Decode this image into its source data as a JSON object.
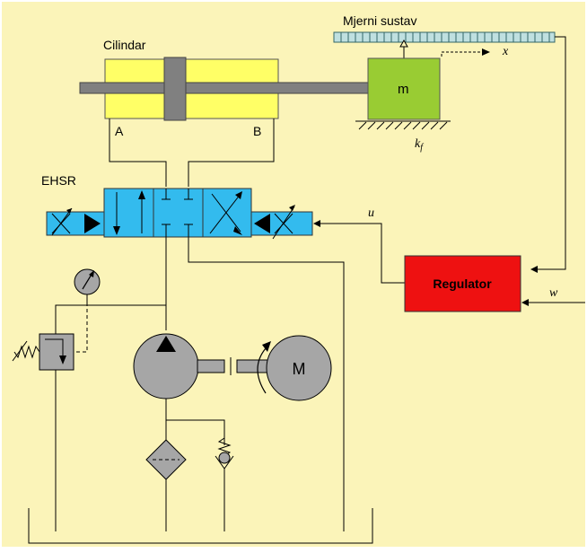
{
  "labels": {
    "cylinder": "Cilindar",
    "port_a": "A",
    "port_b": "B",
    "measurement": "Mjerni sustav",
    "mass": "m",
    "spring": "k",
    "spring_sub": "f",
    "x": "x",
    "valve": "EHSR",
    "u": "u",
    "regulator": "Regulator",
    "w": "w",
    "motor": "M"
  },
  "colors": {
    "background": "#fbf4b9",
    "cylinder": "#ffff66",
    "piston": "#808080",
    "mass": "#99cc33",
    "valve": "#33bbee",
    "regulator": "#ee1111",
    "scale": "#bfe0e0",
    "component": "#a6a6a6"
  }
}
